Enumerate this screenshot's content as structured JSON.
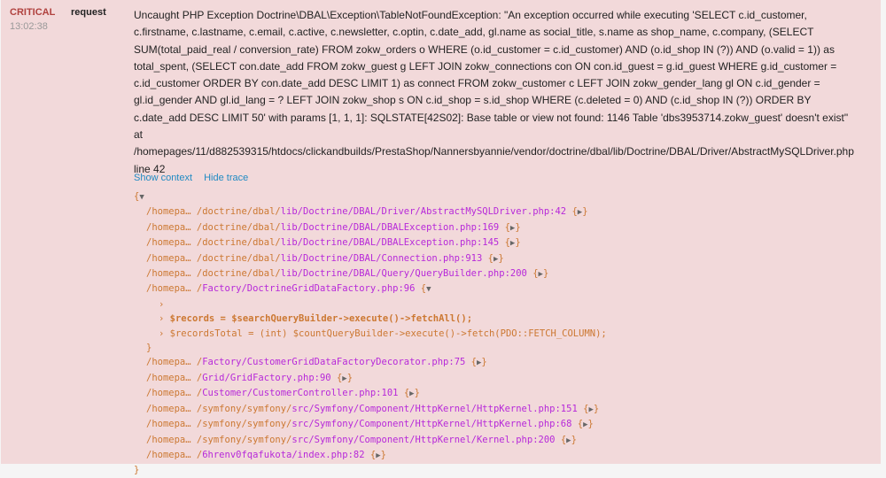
{
  "log": {
    "level": "CRITICAL",
    "time": "13:02:38",
    "channel": "request",
    "level_color": "#b0413e",
    "message_lines": [
      "Uncaught PHP Exception Doctrine\\DBAL\\Exception\\TableNotFoundException: \"An exception occurred while executing 'SELECT c.id_customer,",
      "c.firstname, c.lastname, c.email, c.active, c.newsletter, c.optin, c.date_add, gl.name as social_title, s.name as shop_name, c.company, (SELECT",
      "SUM(total_paid_real / conversion_rate) FROM zokw_orders o WHERE (o.id_customer = c.id_customer) AND (o.id_shop IN (?)) AND (o.valid = 1)) as",
      "total_spent, (SELECT con.date_add FROM zokw_guest g LEFT JOIN zokw_connections con ON con.id_guest = g.id_guest WHERE g.id_customer =",
      "c.id_customer ORDER BY con.date_add DESC LIMIT 1) as connect FROM zokw_customer c LEFT JOIN zokw_gender_lang gl ON c.id_gender =",
      "gl.id_gender AND gl.id_lang = ? LEFT JOIN zokw_shop s ON c.id_shop = s.id_shop WHERE (c.deleted = 0) AND (c.id_shop IN (?)) ORDER BY",
      "c.date_add DESC LIMIT 50' with params [1, 1, 1]: SQLSTATE[42S02]: Base table or view not found: 1146 Table 'dbs3953714.zokw_guest' doesn't exist\"",
      "at",
      "/homepages/11/d882539315/htdocs/clickandbuilds/PrestaShop/Nannersbyannie/vendor/doctrine/dbal/lib/Doctrine/DBAL/Driver/AbstractMySQLDriver.php",
      "line 42"
    ],
    "links": {
      "show_context": "Show context",
      "hide_trace": "Hide trace"
    }
  },
  "trace": {
    "open_brace": "{",
    "close_brace": "}",
    "expanded_icon": "▼",
    "collapsed_icon": "▶",
    "frames": [
      {
        "prefix": "/homepa… /doctrine/dbal/",
        "path": "lib/Doctrine/DBAL/Driver/AbstractMySQLDriver.php:42"
      },
      {
        "prefix": "/homepa… /doctrine/dbal/",
        "path": "lib/Doctrine/DBAL/DBALException.php:169"
      },
      {
        "prefix": "/homepa… /doctrine/dbal/",
        "path": "lib/Doctrine/DBAL/DBALException.php:145"
      },
      {
        "prefix": "/homepa… /doctrine/dbal/",
        "path": "lib/Doctrine/DBAL/Connection.php:913"
      },
      {
        "prefix": "/homepa… /doctrine/dbal/",
        "path": "lib/Doctrine/DBAL/Query/QueryBuilder.php:200"
      },
      {
        "prefix": "/homepa… /",
        "path": "Factory/DoctrineGridDataFactory.php:96"
      },
      {
        "prefix": "/homepa… /",
        "path": "Factory/CustomerGridDataFactoryDecorator.php:75"
      },
      {
        "prefix": "/homepa… /",
        "path": "Grid/GridFactory.php:90"
      },
      {
        "prefix": "/homepa… /",
        "path": "Customer/CustomerController.php:101"
      },
      {
        "prefix": "/homepa… /symfony/symfony/",
        "path": "src/Symfony/Component/HttpKernel/HttpKernel.php:151"
      },
      {
        "prefix": "/homepa… /symfony/symfony/",
        "path": "src/Symfony/Component/HttpKernel/HttpKernel.php:68"
      },
      {
        "prefix": "/homepa… /symfony/symfony/",
        "path": "src/Symfony/Component/HttpKernel/Kernel.php:200"
      },
      {
        "prefix": "/homepa… /",
        "path": "6hrenv0fqafukota/index.php:82"
      }
    ],
    "context": {
      "arrow": "›",
      "line_blank": "",
      "line_highlight": "$records = $searchQueryBuilder->execute()->fetchAll();",
      "line_next": "$recordsTotal = (int) $countQueryBuilder->execute()->fetch(PDO::FETCH_COLUMN);"
    }
  }
}
